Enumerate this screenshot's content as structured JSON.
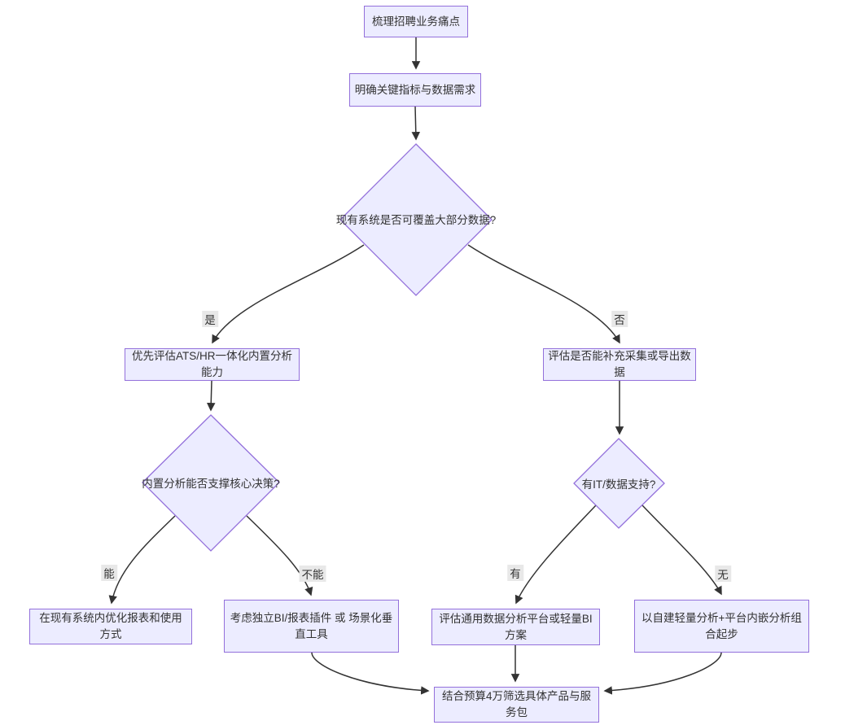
{
  "diagram": {
    "type": "flowchart-top-down",
    "colors": {
      "node_fill": "#ECECFF",
      "node_border": "#9370DB",
      "edge_color": "#333333",
      "text_color": "#333333",
      "label_bg": "#e8e8e8",
      "background": "#ffffff"
    },
    "nodes": [
      {
        "id": "A",
        "shape": "rect",
        "label": "梳理招聘业务痛点"
      },
      {
        "id": "B",
        "shape": "rect",
        "label": "明确关键指标与数据需求"
      },
      {
        "id": "C",
        "shape": "diamond",
        "label": "现有系统是否可覆盖大部分数据?"
      },
      {
        "id": "D",
        "shape": "rect",
        "label": "优先评估ATS/HR一体化内置分析能力"
      },
      {
        "id": "E",
        "shape": "rect",
        "label": "评估是否能补充采集或导出数据"
      },
      {
        "id": "F",
        "shape": "diamond",
        "label": "内置分析能否支撑核心决策?"
      },
      {
        "id": "G",
        "shape": "diamond",
        "label": "有IT/数据支持?"
      },
      {
        "id": "H",
        "shape": "rect",
        "label": "在现有系统内优化报表和使用方式"
      },
      {
        "id": "I",
        "shape": "rect",
        "label": "考虑独立BI/报表插件 或 场景化垂直工具"
      },
      {
        "id": "J",
        "shape": "rect",
        "label": "评估通用数据分析平台或轻量BI方案"
      },
      {
        "id": "K",
        "shape": "rect",
        "label": "以自建轻量分析+平台内嵌分析组合起步"
      },
      {
        "id": "L",
        "shape": "rect",
        "label": "结合预算4万筛选具体产品与服务包"
      }
    ],
    "edges": [
      {
        "from": "A",
        "to": "B",
        "label": ""
      },
      {
        "from": "B",
        "to": "C",
        "label": ""
      },
      {
        "from": "C",
        "to": "D",
        "label": "是"
      },
      {
        "from": "C",
        "to": "E",
        "label": "否"
      },
      {
        "from": "D",
        "to": "F",
        "label": ""
      },
      {
        "from": "E",
        "to": "G",
        "label": ""
      },
      {
        "from": "F",
        "to": "H",
        "label": "能"
      },
      {
        "from": "F",
        "to": "I",
        "label": "不能"
      },
      {
        "from": "G",
        "to": "J",
        "label": "有"
      },
      {
        "from": "G",
        "to": "K",
        "label": "无"
      },
      {
        "from": "I",
        "to": "L",
        "label": ""
      },
      {
        "from": "J",
        "to": "L",
        "label": ""
      },
      {
        "from": "K",
        "to": "L",
        "label": ""
      }
    ]
  }
}
